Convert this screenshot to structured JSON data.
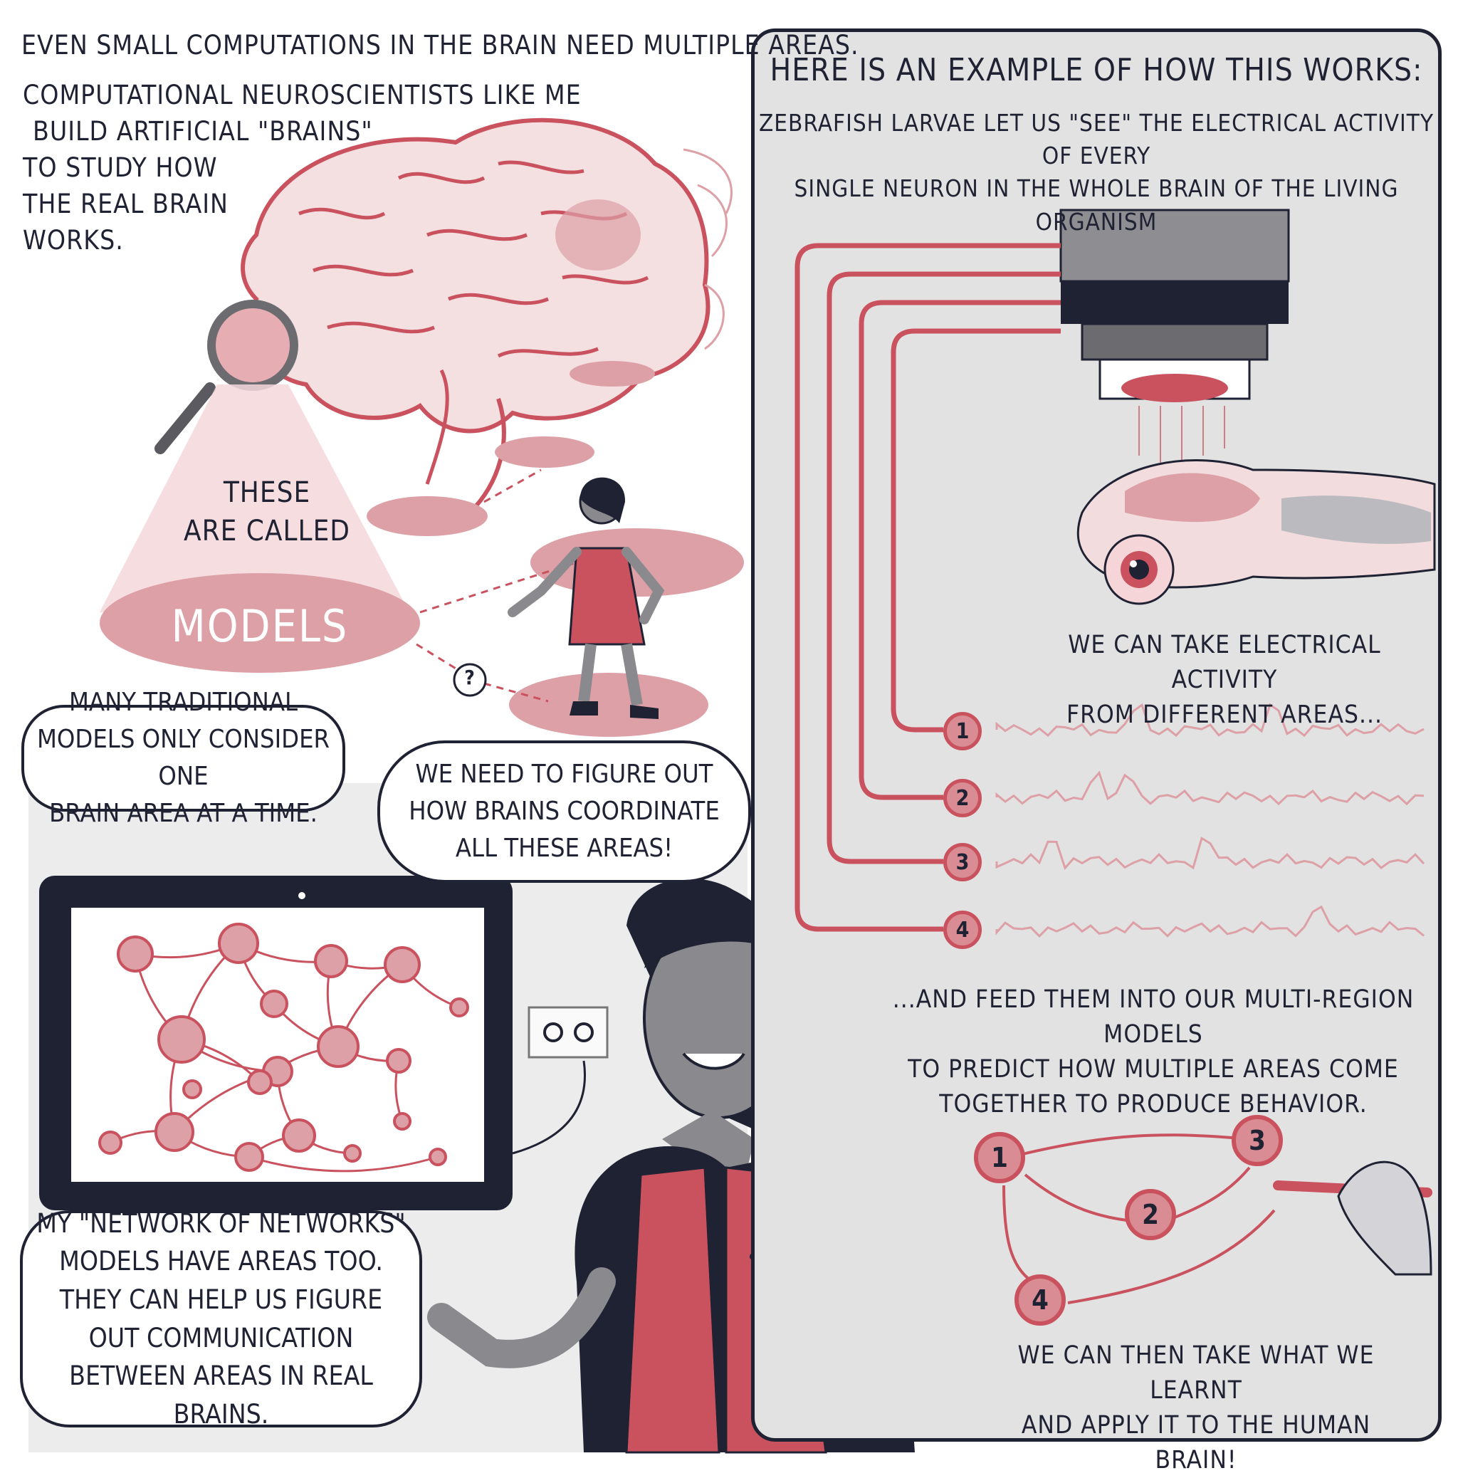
{
  "left": {
    "intro_line": "EVEN SMALL COMPUTATIONS IN THE BRAIN NEED MULTIPLE AREAS.",
    "intro_block": [
      "COMPUTATIONAL NEUROSCIENTISTS LIKE ME",
      "BUILD ARTIFICIAL \"BRAINS\"",
      "TO STUDY HOW",
      "THE REAL BRAIN",
      "WORKS."
    ],
    "these_called": [
      "THESE",
      "ARE CALLED"
    ],
    "models_label": "MODELS",
    "question_mark": "?",
    "bubble_traditional": [
      "MANY TRADITIONAL",
      "MODELS ONLY CONSIDER ONE",
      "BRAIN AREA AT A TIME."
    ],
    "bubble_coordinate": [
      "WE NEED TO FIGURE OUT",
      "HOW BRAINS COORDINATE",
      "ALL THESE AREAS!"
    ],
    "bubble_network": [
      "MY \"NETWORK OF NETWORKS\"",
      "MODELS HAVE AREAS TOO.",
      "THEY CAN HELP US FIGURE",
      "OUT COMMUNICATION",
      "BETWEEN AREAS IN REAL BRAINS."
    ]
  },
  "right": {
    "heading": "HERE IS AN EXAMPLE OF HOW THIS WORKS:",
    "zebrafish": [
      "ZEBRAFISH LARVAE LET US \"SEE\" THE ELECTRICAL ACTIVITY OF EVERY",
      "SINGLE NEURON IN THE WHOLE BRAIN OF THE LIVING ORGANISM"
    ],
    "electrical": [
      "WE CAN TAKE ELECTRICAL ACTIVITY",
      "FROM DIFFERENT AREAS..."
    ],
    "channels": [
      "1",
      "2",
      "3",
      "4"
    ],
    "feed": [
      "...AND FEED THEM INTO OUR MULTI-REGION MODELS",
      "TO PREDICT HOW MULTIPLE AREAS COME",
      "TOGETHER TO PRODUCE BEHAVIOR."
    ],
    "graph_nodes": [
      "1",
      "2",
      "3",
      "4"
    ],
    "apply": [
      "WE CAN THEN TAKE WHAT WE LEARNT",
      "AND APPLY IT TO THE HUMAN BRAIN!"
    ]
  },
  "colors": {
    "accent": "#c9525e",
    "accent_light": "#dda0a6",
    "ink": "#1f2233",
    "panel": "#e2e2e2"
  }
}
